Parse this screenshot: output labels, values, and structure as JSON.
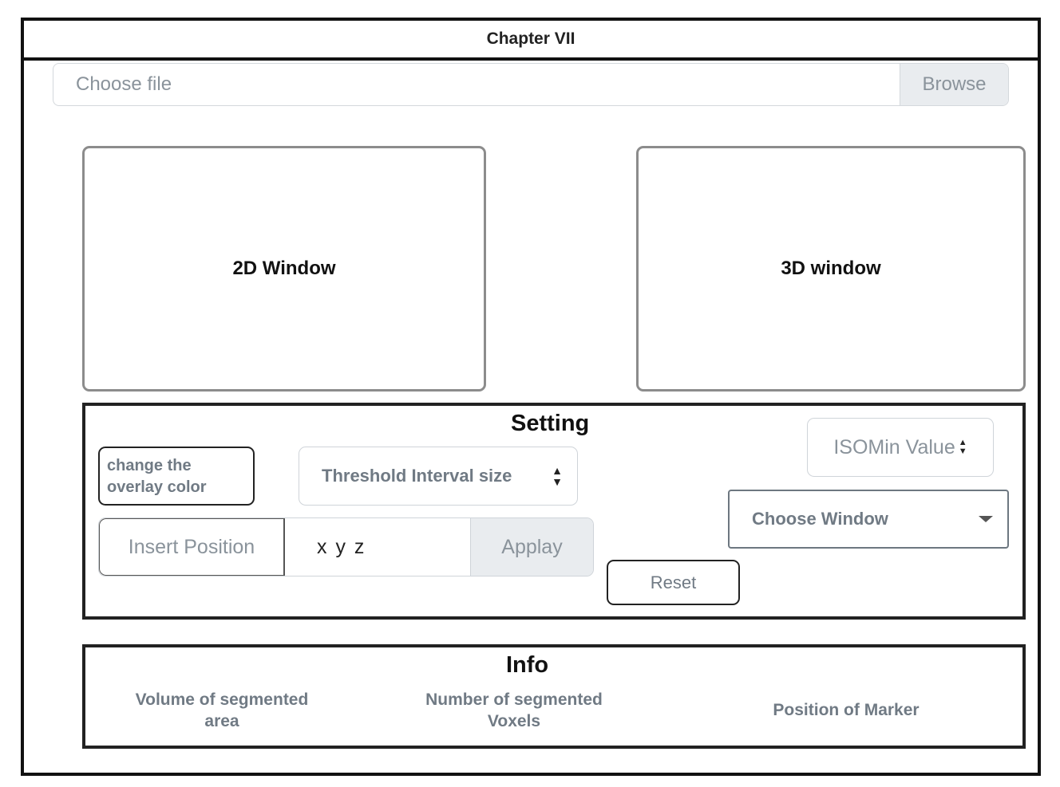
{
  "header": {
    "title": "Chapter VII"
  },
  "file_picker": {
    "placeholder": "Choose file",
    "browse_label": "Browse"
  },
  "views": {
    "window_2d_label": "2D Window",
    "window_3d_label": "3D window"
  },
  "settings": {
    "title": "Setting",
    "overlay_button_line1": "change the",
    "overlay_button_line2": "overlay color",
    "threshold_select": "Threshold Interval size",
    "position_label": "Insert Position",
    "position_value": "x y z",
    "apply_label": "Applay",
    "reset_label": "Reset",
    "iso_select": "ISOMin Value",
    "window_select": "Choose Window"
  },
  "info": {
    "title": "Info",
    "volume_line1": "Volume of segmented",
    "volume_line2": "area",
    "voxels_line1": "Number of segmented",
    "voxels_line2": "Voxels",
    "marker_label": "Position of Marker"
  }
}
